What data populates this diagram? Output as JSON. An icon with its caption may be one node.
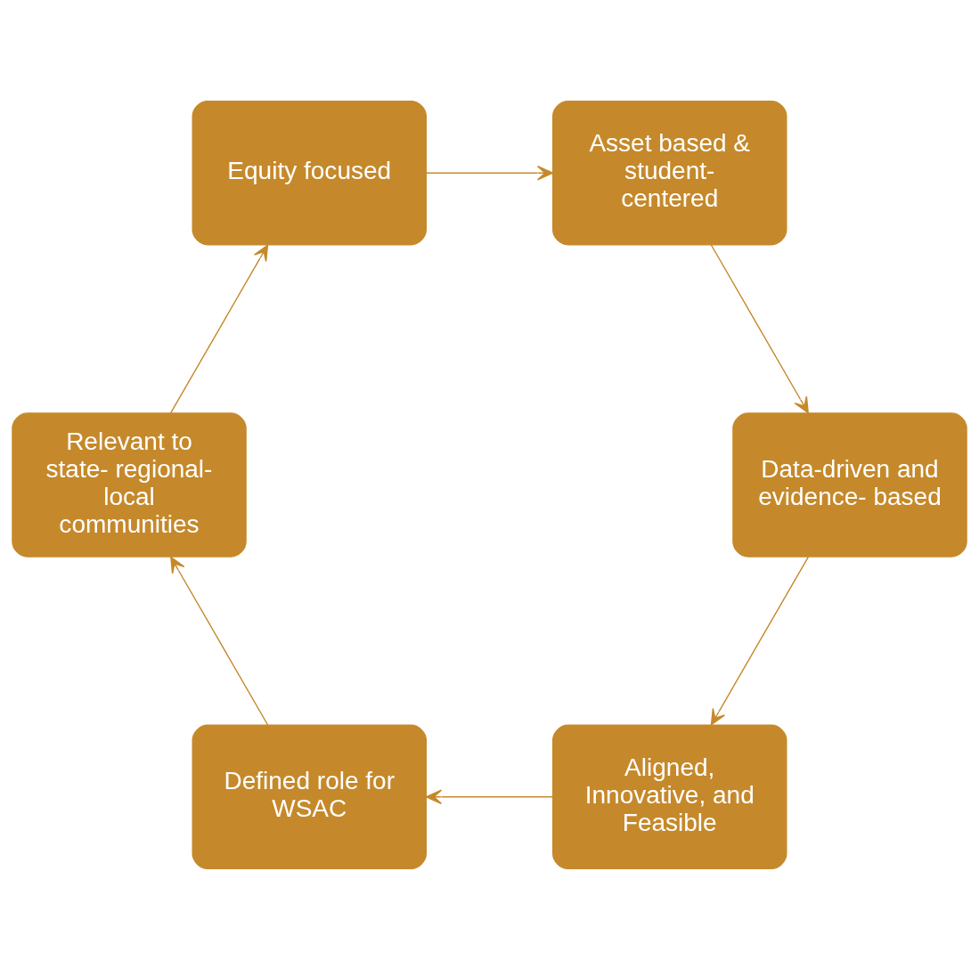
{
  "diagram": {
    "nodes": [
      {
        "text": [
          "Aligned, Innovative, and Feasible"
        ]
      },
      {
        "text": [
          "Defined role for WSAC"
        ]
      },
      {
        "text": [
          "Relevant to state- regional- local communities"
        ]
      },
      {
        "text": [
          "Equity focused"
        ]
      },
      {
        "text": [
          "Asset based & student- centered"
        ]
      },
      {
        "text": [
          "Data-driven and evidence- based"
        ]
      }
    ],
    "edges": [
      {
        "from": 0,
        "to": 1,
        "arrow": "to"
      },
      {
        "from": 1,
        "to": 2,
        "arrow": "to"
      },
      {
        "from": 2,
        "to": 3,
        "arrow": "to"
      },
      {
        "from": 3,
        "to": 4,
        "arrow": "to"
      },
      {
        "from": 4,
        "to": 5,
        "arrow": "to"
      },
      {
        "from": 5,
        "to": 0,
        "arrow": "to"
      }
    ]
  }
}
